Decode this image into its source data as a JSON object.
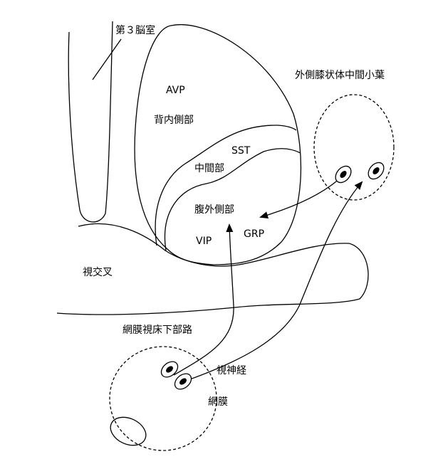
{
  "labels": {
    "third_ventricle": "第３脳室",
    "avp": "AVP",
    "dorsomedial": "背内側部",
    "sst": "SST",
    "intermediate": "中間部",
    "ventrolateral": "腹外側部",
    "vip": "VIP",
    "grp": "GRP",
    "optic_chiasm": "視交叉",
    "rht": "網膜視床下部路",
    "optic_nerve": "視神経",
    "retina": "網膜",
    "igl": "外側膝状体中間小葉"
  }
}
